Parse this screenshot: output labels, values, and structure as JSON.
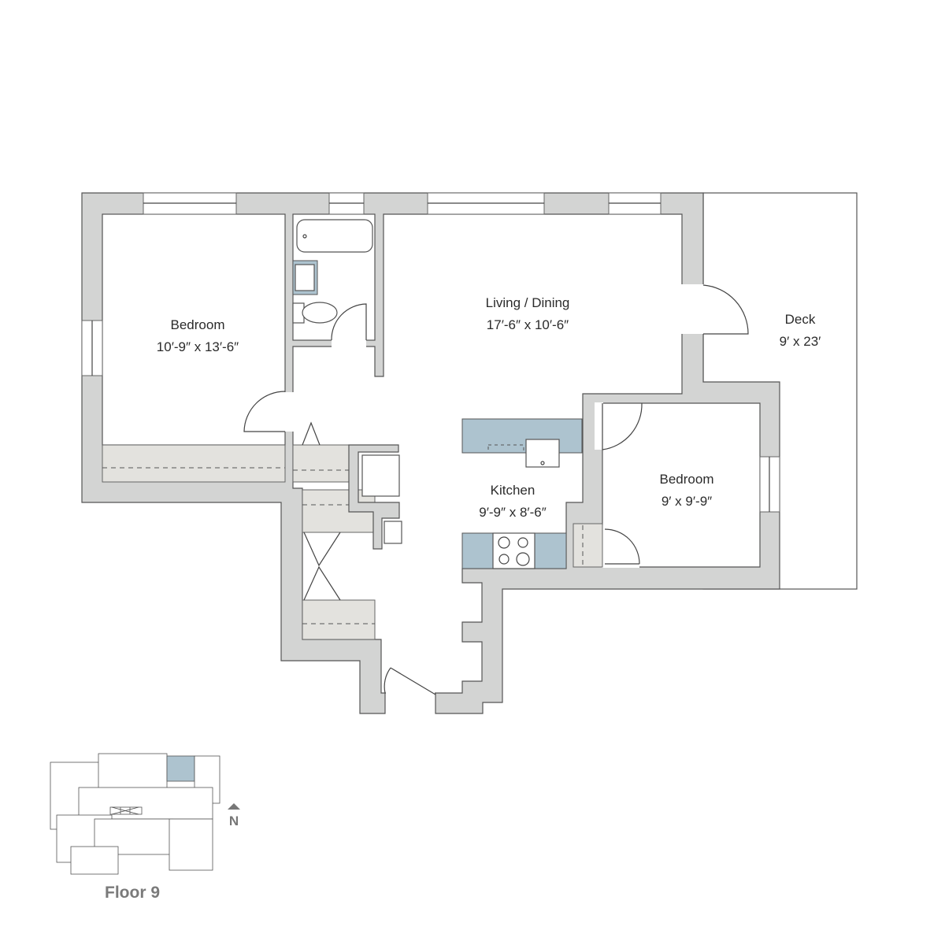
{
  "rooms": {
    "bedroom1": {
      "name": "Bedroom",
      "size": "10′-9″ x 13′-6″"
    },
    "living": {
      "name": "Living / Dining",
      "size": "17′-6″ x 10′-6″"
    },
    "deck": {
      "name": "Deck",
      "size": "9′ x 23′"
    },
    "kitchen": {
      "name": "Kitchen",
      "size": "9′-9″ x 8′-6″"
    },
    "bedroom2": {
      "name": "Bedroom",
      "size": "9′ x 9′-9″"
    }
  },
  "keyplan": {
    "floor_label": "Floor 9",
    "north_label": "N",
    "highlight_color": "#adc3cf"
  },
  "colors": {
    "wall": "#d3d4d3",
    "counter": "#adc3cf",
    "closet": "#e3e2de"
  }
}
